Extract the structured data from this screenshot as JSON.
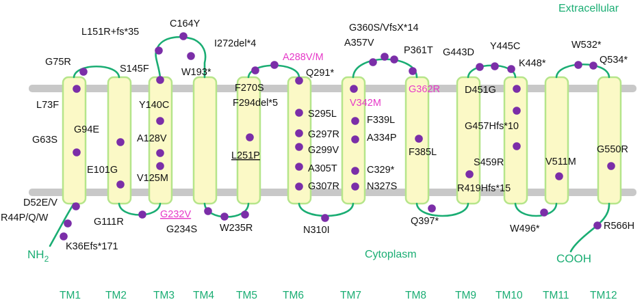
{
  "regions": {
    "extracellular": "Extracellular",
    "cytoplasm": "Cytoplasm",
    "n_term_main": "NH",
    "n_term_sub": "2",
    "c_term": "COOH"
  },
  "tm_labels": [
    "TM1",
    "TM2",
    "TM3",
    "TM4",
    "TM5",
    "TM6",
    "TM7",
    "TM8",
    "TM9",
    "TM10",
    "TM11",
    "TM12"
  ],
  "colors": {
    "loop": "#1aad73",
    "helix_fill": "#fbf9c6",
    "helix_border": "#b5e58a",
    "membrane": "#c8c8c8",
    "dot": "#7b2ea8",
    "highlight_text": "#e639c8"
  },
  "mutations": {
    "K36Efs*171": "K36Efs*171",
    "R44P/Q/W": "R44P/Q/W",
    "D52E/V": "D52E/V",
    "G63S": "G63S",
    "L73F": "L73F",
    "G75R": "G75R",
    "G94E": "G94E",
    "E101G": "E101G",
    "G111R": "G111R",
    "V125M": "V125M",
    "A128V": "A128V",
    "Y140C": "Y140C",
    "S145F": "S145F",
    "L151R+fs*35": "L151R+fs*35",
    "C164Y": "C164Y",
    "W193*": "W193*",
    "G232V": "G232V",
    "G234S": "G234S",
    "W235R": "W235R",
    "L251P": "L251P",
    "F270S": "F270S",
    "I272del*4": "I272del*4",
    "A288V/M": "A288V/M",
    "Q291*": "Q291*",
    "F294del*5": "F294del*5",
    "S295L": "S295L",
    "G297R": "G297R",
    "G299V": "G299V",
    "A305T": "A305T",
    "G307R": "G307R",
    "N310I": "N310I",
    "N327S": "N327S",
    "C329*": "C329*",
    "A334P": "A334P",
    "F339L": "F339L",
    "V342M": "V342M",
    "A357V": "A357V",
    "G360S/VfsX*14": "G360S/VfsX*14",
    "P361T": "P361T",
    "G362R": "G362R",
    "F385L": "F385L",
    "Q397*": "Q397*",
    "R419Hfs*15": "R419Hfs*15",
    "G443D": "G443D",
    "Y445C": "Y445C",
    "K448*": "K448*",
    "D451G": "D451G",
    "G457Hfs*10": "G457Hfs*10",
    "S459R": "S459R",
    "W496*": "W496*",
    "V511M": "V511M",
    "W532*": "W532*",
    "Q534*": "Q534*",
    "G550R": "G550R",
    "R566H": "R566H"
  }
}
